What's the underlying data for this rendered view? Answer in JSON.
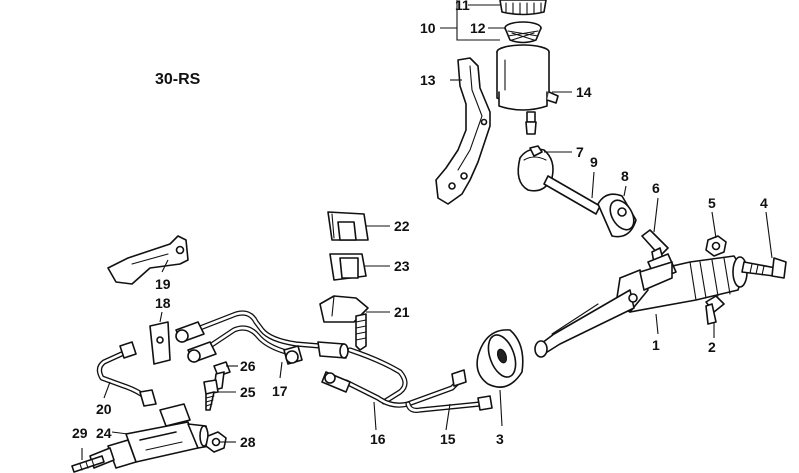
{
  "diagram": {
    "code": "30-RS",
    "callouts": {
      "c1": "1",
      "c2": "2",
      "c3": "3",
      "c4": "4",
      "c5": "5",
      "c6": "6",
      "c7": "7",
      "c8": "8",
      "c9": "9",
      "c10": "10",
      "c11": "11",
      "c12": "12",
      "c13": "13",
      "c14": "14",
      "c15": "15",
      "c16": "16",
      "c17": "17",
      "c18": "18",
      "c19": "19",
      "c20": "20",
      "c21": "21",
      "c22": "22",
      "c23": "23",
      "c24": "24",
      "c25": "25",
      "c26": "26",
      "c28": "28",
      "c29": "29"
    }
  }
}
